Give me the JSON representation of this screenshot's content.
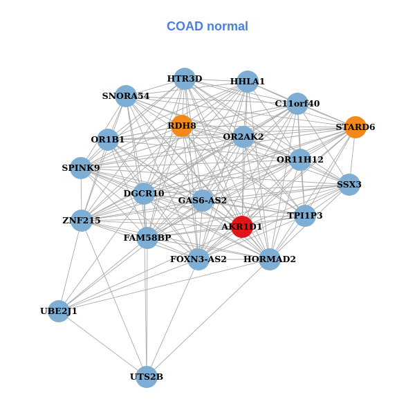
{
  "title": "COAD normal",
  "colors": {
    "title": "#4a7fe0",
    "default_node": "#7eaed3",
    "highlight_orange": "#f28a1a",
    "highlight_red": "#e0151b",
    "edge": "#a9a9a9"
  },
  "nodes": [
    {
      "id": "HTR3D",
      "label": "HTR3D",
      "color": "default_node"
    },
    {
      "id": "HHLA1",
      "label": "HHLA1",
      "color": "default_node"
    },
    {
      "id": "SNORA54",
      "label": "SNORA54",
      "color": "default_node"
    },
    {
      "id": "C11orf40",
      "label": "C11orf40",
      "color": "default_node"
    },
    {
      "id": "RDH8",
      "label": "RDH8",
      "color": "highlight_orange"
    },
    {
      "id": "STARD6",
      "label": "STARD6",
      "color": "highlight_orange"
    },
    {
      "id": "OR1B1",
      "label": "OR1B1",
      "color": "default_node"
    },
    {
      "id": "OR2AK2",
      "label": "OR2AK2",
      "color": "default_node"
    },
    {
      "id": "OR11H12",
      "label": "OR11H12",
      "color": "default_node"
    },
    {
      "id": "SPINK9",
      "label": "SPINK9",
      "color": "default_node"
    },
    {
      "id": "SSX3",
      "label": "SSX3",
      "color": "default_node"
    },
    {
      "id": "DGCR10",
      "label": "DGCR10",
      "color": "default_node"
    },
    {
      "id": "GAS6-AS2",
      "label": "GAS6-AS2",
      "color": "default_node"
    },
    {
      "id": "ZNF215",
      "label": "ZNF215",
      "color": "default_node"
    },
    {
      "id": "TPI1P3",
      "label": "TPI1P3",
      "color": "default_node"
    },
    {
      "id": "AKR1D1",
      "label": "AKR1D1",
      "color": "highlight_red"
    },
    {
      "id": "FAM58BP",
      "label": "FAM58BP",
      "color": "default_node"
    },
    {
      "id": "FOXN3-AS2",
      "label": "FOXN3-AS2",
      "color": "default_node"
    },
    {
      "id": "HORMAD2",
      "label": "HORMAD2",
      "color": "default_node"
    },
    {
      "id": "UBE2J1",
      "label": "UBE2J1",
      "color": "default_node"
    },
    {
      "id": "UTS2B",
      "label": "UTS2B",
      "color": "default_node"
    }
  ],
  "edges": [
    [
      "HTR3D",
      "HHLA1"
    ],
    [
      "HTR3D",
      "SNORA54"
    ],
    [
      "HTR3D",
      "C11orf40"
    ],
    [
      "HTR3D",
      "RDH8"
    ],
    [
      "HTR3D",
      "STARD6"
    ],
    [
      "HTR3D",
      "OR1B1"
    ],
    [
      "HTR3D",
      "OR2AK2"
    ],
    [
      "HTR3D",
      "OR11H12"
    ],
    [
      "HTR3D",
      "SPINK9"
    ],
    [
      "HTR3D",
      "SSX3"
    ],
    [
      "HTR3D",
      "DGCR10"
    ],
    [
      "HTR3D",
      "GAS6-AS2"
    ],
    [
      "HTR3D",
      "ZNF215"
    ],
    [
      "HTR3D",
      "TPI1P3"
    ],
    [
      "HTR3D",
      "AKR1D1"
    ],
    [
      "HTR3D",
      "FAM58BP"
    ],
    [
      "HTR3D",
      "FOXN3-AS2"
    ],
    [
      "HTR3D",
      "HORMAD2"
    ],
    [
      "HHLA1",
      "SNORA54"
    ],
    [
      "HHLA1",
      "C11orf40"
    ],
    [
      "HHLA1",
      "RDH8"
    ],
    [
      "HHLA1",
      "STARD6"
    ],
    [
      "HHLA1",
      "OR1B1"
    ],
    [
      "HHLA1",
      "OR2AK2"
    ],
    [
      "HHLA1",
      "OR11H12"
    ],
    [
      "HHLA1",
      "SPINK9"
    ],
    [
      "HHLA1",
      "DGCR10"
    ],
    [
      "HHLA1",
      "GAS6-AS2"
    ],
    [
      "HHLA1",
      "ZNF215"
    ],
    [
      "HHLA1",
      "AKR1D1"
    ],
    [
      "HHLA1",
      "FAM58BP"
    ],
    [
      "HHLA1",
      "FOXN3-AS2"
    ],
    [
      "HHLA1",
      "HORMAD2"
    ],
    [
      "SNORA54",
      "C11orf40"
    ],
    [
      "SNORA54",
      "RDH8"
    ],
    [
      "SNORA54",
      "STARD6"
    ],
    [
      "SNORA54",
      "OR1B1"
    ],
    [
      "SNORA54",
      "OR2AK2"
    ],
    [
      "SNORA54",
      "OR11H12"
    ],
    [
      "SNORA54",
      "SPINK9"
    ],
    [
      "SNORA54",
      "DGCR10"
    ],
    [
      "SNORA54",
      "GAS6-AS2"
    ],
    [
      "SNORA54",
      "ZNF215"
    ],
    [
      "SNORA54",
      "TPI1P3"
    ],
    [
      "SNORA54",
      "AKR1D1"
    ],
    [
      "SNORA54",
      "FAM58BP"
    ],
    [
      "SNORA54",
      "FOXN3-AS2"
    ],
    [
      "SNORA54",
      "HORMAD2"
    ],
    [
      "C11orf40",
      "RDH8"
    ],
    [
      "C11orf40",
      "STARD6"
    ],
    [
      "C11orf40",
      "OR1B1"
    ],
    [
      "C11orf40",
      "OR2AK2"
    ],
    [
      "C11orf40",
      "OR11H12"
    ],
    [
      "C11orf40",
      "SPINK9"
    ],
    [
      "C11orf40",
      "SSX3"
    ],
    [
      "C11orf40",
      "DGCR10"
    ],
    [
      "C11orf40",
      "GAS6-AS2"
    ],
    [
      "C11orf40",
      "ZNF215"
    ],
    [
      "C11orf40",
      "TPI1P3"
    ],
    [
      "C11orf40",
      "AKR1D1"
    ],
    [
      "C11orf40",
      "FAM58BP"
    ],
    [
      "C11orf40",
      "FOXN3-AS2"
    ],
    [
      "C11orf40",
      "HORMAD2"
    ],
    [
      "RDH8",
      "STARD6"
    ],
    [
      "RDH8",
      "OR1B1"
    ],
    [
      "RDH8",
      "OR2AK2"
    ],
    [
      "RDH8",
      "OR11H12"
    ],
    [
      "RDH8",
      "SPINK9"
    ],
    [
      "RDH8",
      "SSX3"
    ],
    [
      "RDH8",
      "DGCR10"
    ],
    [
      "RDH8",
      "GAS6-AS2"
    ],
    [
      "RDH8",
      "ZNF215"
    ],
    [
      "RDH8",
      "TPI1P3"
    ],
    [
      "RDH8",
      "AKR1D1"
    ],
    [
      "RDH8",
      "FAM58BP"
    ],
    [
      "RDH8",
      "FOXN3-AS2"
    ],
    [
      "RDH8",
      "HORMAD2"
    ],
    [
      "STARD6",
      "OR1B1"
    ],
    [
      "STARD6",
      "OR2AK2"
    ],
    [
      "STARD6",
      "OR11H12"
    ],
    [
      "STARD6",
      "SPINK9"
    ],
    [
      "STARD6",
      "SSX3"
    ],
    [
      "STARD6",
      "DGCR10"
    ],
    [
      "STARD6",
      "GAS6-AS2"
    ],
    [
      "STARD6",
      "ZNF215"
    ],
    [
      "STARD6",
      "TPI1P3"
    ],
    [
      "STARD6",
      "AKR1D1"
    ],
    [
      "STARD6",
      "FAM58BP"
    ],
    [
      "STARD6",
      "FOXN3-AS2"
    ],
    [
      "STARD6",
      "HORMAD2"
    ],
    [
      "OR1B1",
      "OR2AK2"
    ],
    [
      "OR1B1",
      "OR11H12"
    ],
    [
      "OR1B1",
      "SPINK9"
    ],
    [
      "OR1B1",
      "DGCR10"
    ],
    [
      "OR1B1",
      "GAS6-AS2"
    ],
    [
      "OR1B1",
      "ZNF215"
    ],
    [
      "OR1B1",
      "AKR1D1"
    ],
    [
      "OR1B1",
      "FAM58BP"
    ],
    [
      "OR1B1",
      "FOXN3-AS2"
    ],
    [
      "OR1B1",
      "HORMAD2"
    ],
    [
      "OR2AK2",
      "OR11H12"
    ],
    [
      "OR2AK2",
      "SPINK9"
    ],
    [
      "OR2AK2",
      "SSX3"
    ],
    [
      "OR2AK2",
      "DGCR10"
    ],
    [
      "OR2AK2",
      "GAS6-AS2"
    ],
    [
      "OR2AK2",
      "ZNF215"
    ],
    [
      "OR2AK2",
      "TPI1P3"
    ],
    [
      "OR2AK2",
      "AKR1D1"
    ],
    [
      "OR2AK2",
      "FAM58BP"
    ],
    [
      "OR2AK2",
      "FOXN3-AS2"
    ],
    [
      "OR2AK2",
      "HORMAD2"
    ],
    [
      "OR11H12",
      "SPINK9"
    ],
    [
      "OR11H12",
      "SSX3"
    ],
    [
      "OR11H12",
      "DGCR10"
    ],
    [
      "OR11H12",
      "GAS6-AS2"
    ],
    [
      "OR11H12",
      "ZNF215"
    ],
    [
      "OR11H12",
      "TPI1P3"
    ],
    [
      "OR11H12",
      "AKR1D1"
    ],
    [
      "OR11H12",
      "FAM58BP"
    ],
    [
      "OR11H12",
      "FOXN3-AS2"
    ],
    [
      "OR11H12",
      "HORMAD2"
    ],
    [
      "SPINK9",
      "SSX3"
    ],
    [
      "SPINK9",
      "DGCR10"
    ],
    [
      "SPINK9",
      "GAS6-AS2"
    ],
    [
      "SPINK9",
      "ZNF215"
    ],
    [
      "SPINK9",
      "TPI1P3"
    ],
    [
      "SPINK9",
      "AKR1D1"
    ],
    [
      "SPINK9",
      "FAM58BP"
    ],
    [
      "SPINK9",
      "FOXN3-AS2"
    ],
    [
      "SPINK9",
      "HORMAD2"
    ],
    [
      "SSX3",
      "DGCR10"
    ],
    [
      "SSX3",
      "GAS6-AS2"
    ],
    [
      "SSX3",
      "ZNF215"
    ],
    [
      "SSX3",
      "TPI1P3"
    ],
    [
      "SSX3",
      "AKR1D1"
    ],
    [
      "SSX3",
      "FAM58BP"
    ],
    [
      "SSX3",
      "FOXN3-AS2"
    ],
    [
      "SSX3",
      "HORMAD2"
    ],
    [
      "DGCR10",
      "GAS6-AS2"
    ],
    [
      "DGCR10",
      "ZNF215"
    ],
    [
      "DGCR10",
      "TPI1P3"
    ],
    [
      "DGCR10",
      "AKR1D1"
    ],
    [
      "DGCR10",
      "FAM58BP"
    ],
    [
      "DGCR10",
      "FOXN3-AS2"
    ],
    [
      "DGCR10",
      "HORMAD2"
    ],
    [
      "DGCR10",
      "UBE2J1"
    ],
    [
      "DGCR10",
      "UTS2B"
    ],
    [
      "GAS6-AS2",
      "ZNF215"
    ],
    [
      "GAS6-AS2",
      "TPI1P3"
    ],
    [
      "GAS6-AS2",
      "AKR1D1"
    ],
    [
      "GAS6-AS2",
      "FAM58BP"
    ],
    [
      "GAS6-AS2",
      "FOXN3-AS2"
    ],
    [
      "GAS6-AS2",
      "HORMAD2"
    ],
    [
      "GAS6-AS2",
      "UBE2J1"
    ],
    [
      "ZNF215",
      "TPI1P3"
    ],
    [
      "ZNF215",
      "AKR1D1"
    ],
    [
      "ZNF215",
      "FAM58BP"
    ],
    [
      "ZNF215",
      "FOXN3-AS2"
    ],
    [
      "ZNF215",
      "HORMAD2"
    ],
    [
      "ZNF215",
      "UBE2J1"
    ],
    [
      "ZNF215",
      "UTS2B"
    ],
    [
      "TPI1P3",
      "AKR1D1"
    ],
    [
      "TPI1P3",
      "FAM58BP"
    ],
    [
      "TPI1P3",
      "FOXN3-AS2"
    ],
    [
      "TPI1P3",
      "HORMAD2"
    ],
    [
      "AKR1D1",
      "FAM58BP"
    ],
    [
      "AKR1D1",
      "FOXN3-AS2"
    ],
    [
      "AKR1D1",
      "HORMAD2"
    ],
    [
      "AKR1D1",
      "UBE2J1"
    ],
    [
      "FAM58BP",
      "FOXN3-AS2"
    ],
    [
      "FAM58BP",
      "HORMAD2"
    ],
    [
      "FAM58BP",
      "UBE2J1"
    ],
    [
      "FAM58BP",
      "UTS2B"
    ],
    [
      "FOXN3-AS2",
      "HORMAD2"
    ],
    [
      "FOXN3-AS2",
      "UBE2J1"
    ],
    [
      "FOXN3-AS2",
      "UTS2B"
    ],
    [
      "HORMAD2",
      "UBE2J1"
    ],
    [
      "HORMAD2",
      "UTS2B"
    ],
    [
      "UBE2J1",
      "UTS2B"
    ]
  ]
}
